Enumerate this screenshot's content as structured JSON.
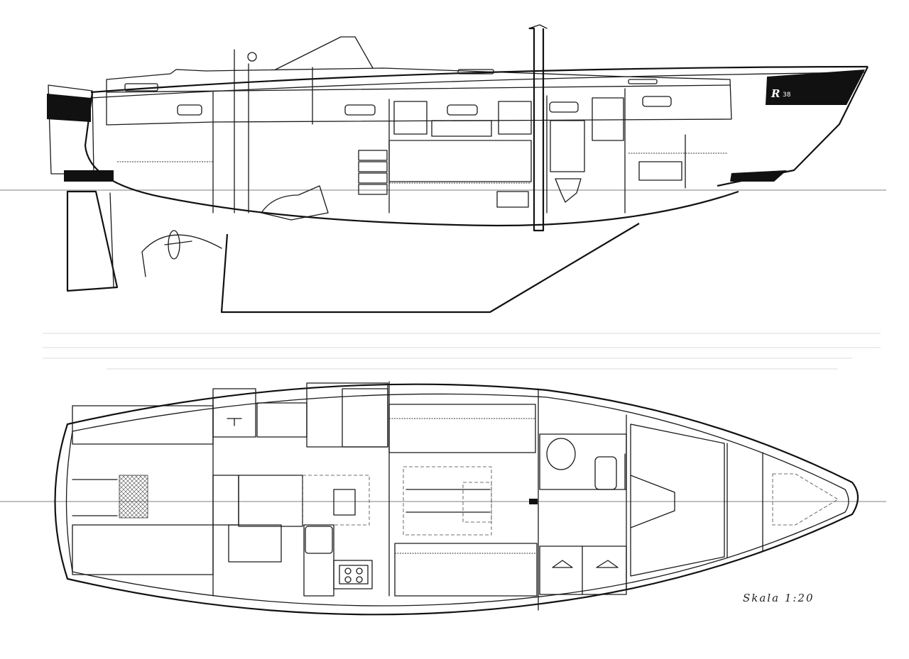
{
  "hull_mark": {
    "symbol": "R",
    "model_number": "38"
  },
  "scale_label": "Skala 1:20"
}
